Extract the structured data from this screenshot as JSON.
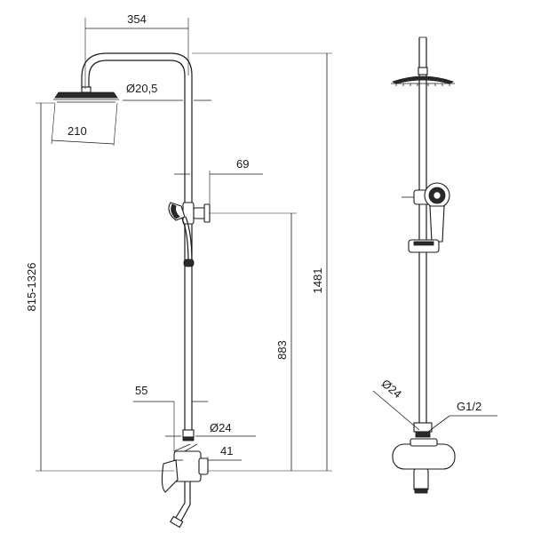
{
  "drawing": {
    "labels": {
      "width_arm": "354",
      "pipe_diameter": "Ø20,5",
      "head_diameter": "210",
      "bracket_offset": "69",
      "height_adjustable": "815-1326",
      "total_height": "1481",
      "holder_height": "883",
      "mixer_offset": "55",
      "mixer_connection_diameter": "Ø24",
      "mixer_depth": "41",
      "side_connection_diameter": "Ø24",
      "thread": "G1/2"
    },
    "line_color": "#1a1a1a",
    "background": "#ffffff"
  }
}
